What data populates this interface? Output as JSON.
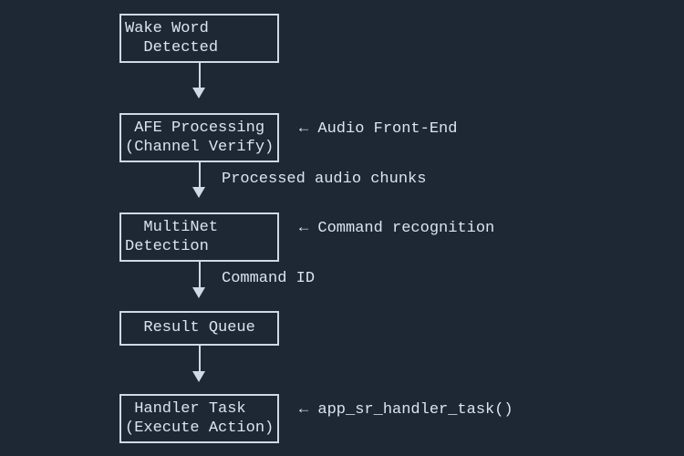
{
  "theme": {
    "background": "#1e2734",
    "text": "#dbe4ef",
    "box_border": "#d0dae6",
    "arrow": "#d0dae6"
  },
  "diagram": {
    "type": "flowchart",
    "direction": "top-down",
    "nodes": [
      {
        "id": "wake-word",
        "text": "Wake Word\n  Detected"
      },
      {
        "id": "afe-processing",
        "text": " AFE Processing\n(Channel Verify)",
        "annotation": "← Audio Front-End"
      },
      {
        "id": "multinet-detection",
        "text": "  MultiNet\nDetection",
        "annotation": "← Command recognition"
      },
      {
        "id": "result-queue",
        "text": "  Result Queue"
      },
      {
        "id": "handler-task",
        "text": " Handler Task\n(Execute Action)",
        "annotation": "← app_sr_handler_task()"
      }
    ],
    "edges": [
      {
        "from": "wake-word",
        "to": "afe-processing"
      },
      {
        "from": "afe-processing",
        "to": "multinet-detection",
        "label": "Processed audio chunks"
      },
      {
        "from": "multinet-detection",
        "to": "result-queue",
        "label": "Command ID"
      },
      {
        "from": "result-queue",
        "to": "handler-task"
      }
    ]
  }
}
